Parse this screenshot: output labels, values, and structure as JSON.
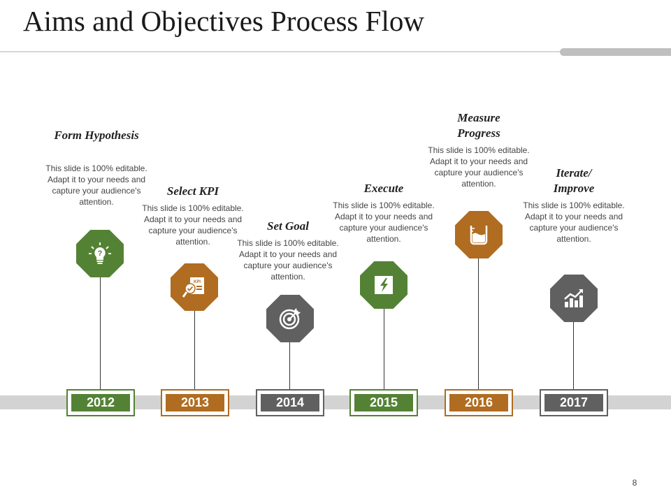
{
  "title": "Aims and Objectives Process Flow",
  "page_number": "8",
  "colors": {
    "green": "#548235",
    "orange": "#b06c20",
    "gray": "#606060",
    "track": "#d3d3d3"
  },
  "stages": [
    {
      "year": "2012",
      "heading": "Form Hypothesis",
      "description": "This slide is 100% editable. Adapt it to your needs and capture your audience's attention.",
      "icon": "lightbulb-question-icon",
      "color": "green"
    },
    {
      "year": "2013",
      "heading": "Select KPI",
      "description": "This slide is 100% editable. Adapt it to your needs and capture your audience's attention.",
      "icon": "kpi-report-icon",
      "color": "orange"
    },
    {
      "year": "2014",
      "heading": "Set Goal",
      "description": "This slide is 100% editable. Adapt it to your needs and capture your audience's attention.",
      "icon": "target-icon",
      "color": "gray"
    },
    {
      "year": "2015",
      "heading": "Execute",
      "description": "This slide is 100% editable. Adapt it to your needs and capture your audience's attention.",
      "icon": "lightning-icon",
      "color": "green"
    },
    {
      "year": "2016",
      "heading": "Measure Progress",
      "description": "This slide is 100% editable. Adapt it to your needs and capture your audience's attention.",
      "icon": "measuring-beaker-icon",
      "color": "orange"
    },
    {
      "year": "2017",
      "heading": "Iterate/ Improve",
      "description": "This slide is 100% editable. Adapt it to your needs and capture your audience's attention.",
      "icon": "growth-chart-icon",
      "color": "gray"
    }
  ]
}
